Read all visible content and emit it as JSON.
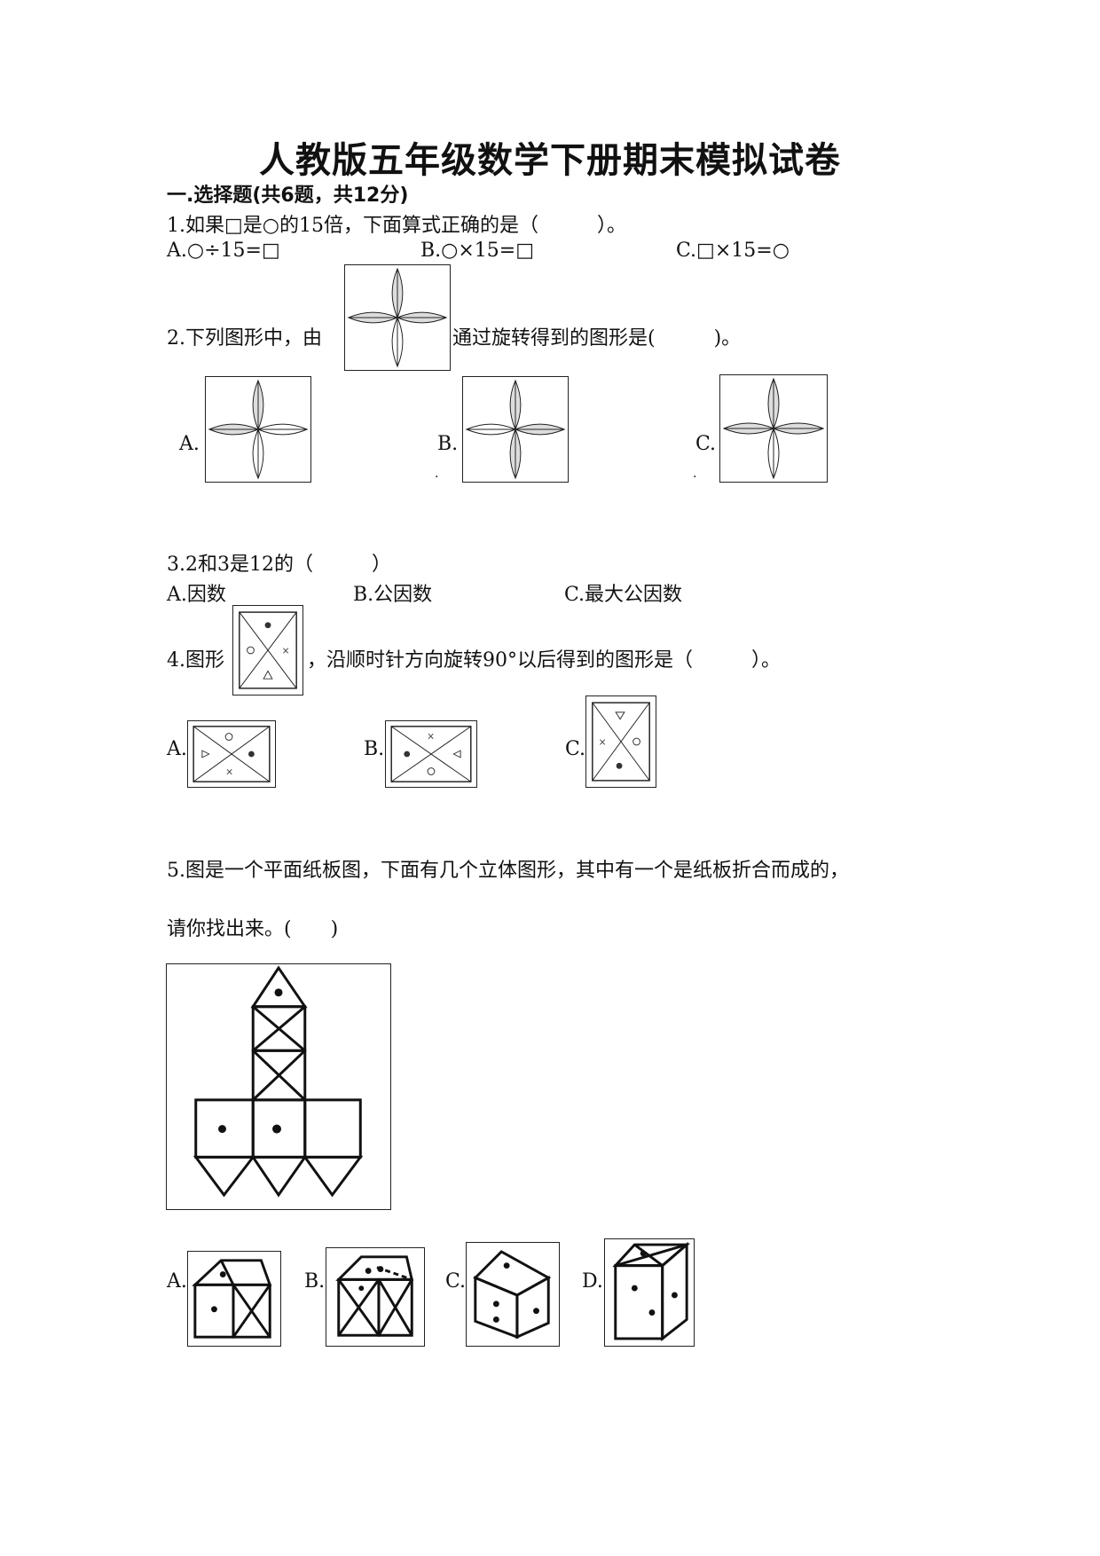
{
  "title": "人教版五年级数学下册期末模拟试卷",
  "section1": "一.选择题(共6题，共12分)",
  "q1": {
    "stem": "1.如果□是○的15倍，下面算式正确的是（　　　）。",
    "options": [
      "A.○÷15=□",
      "B.○×15=□",
      "C.□×15=○"
    ]
  },
  "q2": {
    "stem_before": "2.下列图形中，由",
    "stem_after": "通过旋转得到的图形是(　　　)。",
    "options": [
      "A.",
      "B.",
      "C."
    ],
    "marks": [
      ".",
      "."
    ]
  },
  "q3": {
    "stem": "3.2和3是12的（　　　）",
    "options": [
      "A.因数",
      "B.公因数",
      "C.最大公因数"
    ]
  },
  "q4": {
    "stem_before": "4.图形",
    "stem_after": "，沿顺时针方向旋转90°以后得到的图形是（　　　）。",
    "options": [
      "A.",
      "B.",
      "C."
    ]
  },
  "q5": {
    "line1": "5.图是一个平面纸板图，下面有几个立体图形，其中有一个是纸板折合而成的，",
    "line2": "请你找出来。(　　)",
    "options": [
      "A.",
      "B.",
      "C.",
      "D."
    ]
  }
}
